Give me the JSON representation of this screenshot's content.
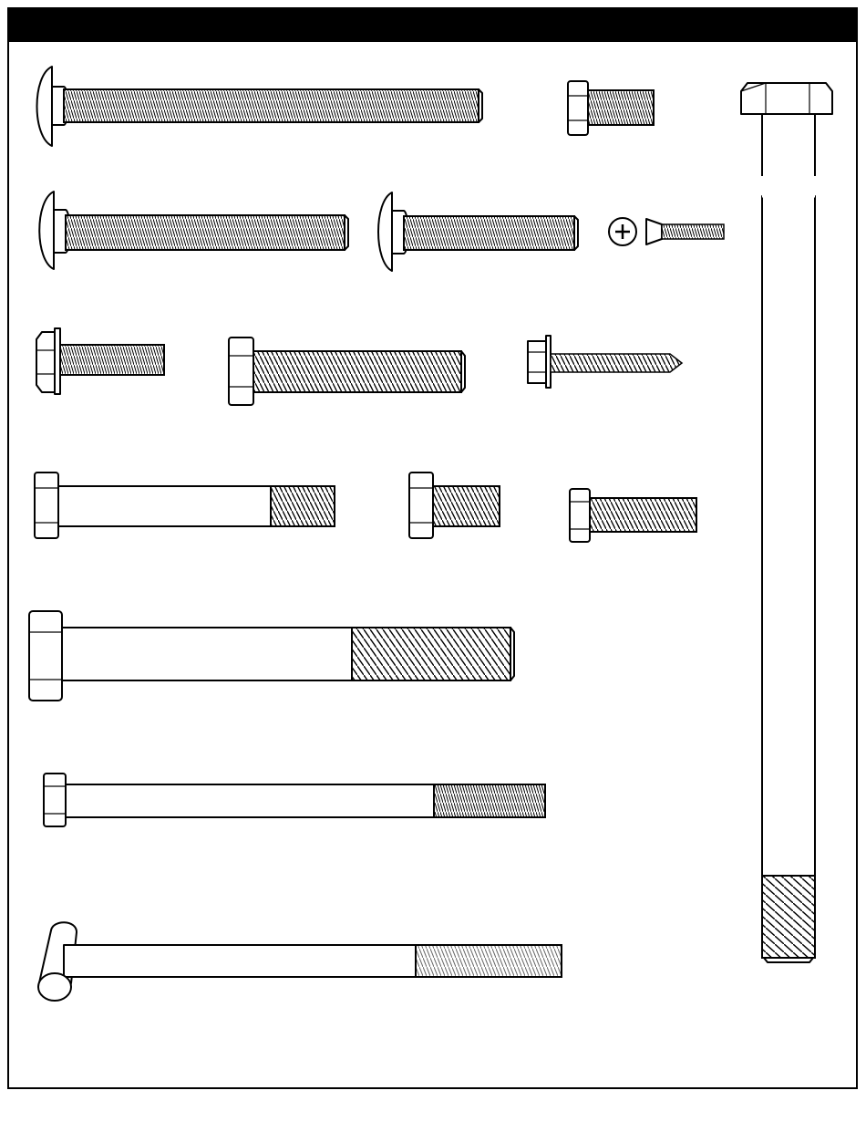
{
  "page": {
    "header_bar_color": "#000000",
    "border_color": "#000000",
    "background": "#ffffff"
  },
  "hardware": [
    {
      "id": "carriage-bolt-long",
      "icon": "carriage-bolt-icon"
    },
    {
      "id": "hex-bolt-short-top",
      "icon": "hex-bolt-icon"
    },
    {
      "id": "axle-bolt-long",
      "icon": "hex-bolt-icon"
    },
    {
      "id": "carriage-bolt-medium",
      "icon": "carriage-bolt-icon"
    },
    {
      "id": "carriage-bolt-short",
      "icon": "carriage-bolt-icon"
    },
    {
      "id": "phillips-flat-screw",
      "icon": "phillips-screw-icon"
    },
    {
      "id": "flange-hex-bolt",
      "icon": "flange-bolt-icon"
    },
    {
      "id": "hex-bolt-medium",
      "icon": "hex-bolt-icon"
    },
    {
      "id": "hex-lag-screw",
      "icon": "lag-screw-icon"
    },
    {
      "id": "hex-bolt-partial-thread",
      "icon": "hex-bolt-icon"
    },
    {
      "id": "hex-bolt-stub",
      "icon": "hex-bolt-icon"
    },
    {
      "id": "hex-bolt-short-fine",
      "icon": "hex-bolt-icon"
    },
    {
      "id": "hex-bolt-large",
      "icon": "hex-bolt-icon"
    },
    {
      "id": "hex-bolt-long-slim",
      "icon": "hex-bolt-icon"
    },
    {
      "id": "l-bolt",
      "icon": "l-bolt-icon"
    }
  ]
}
